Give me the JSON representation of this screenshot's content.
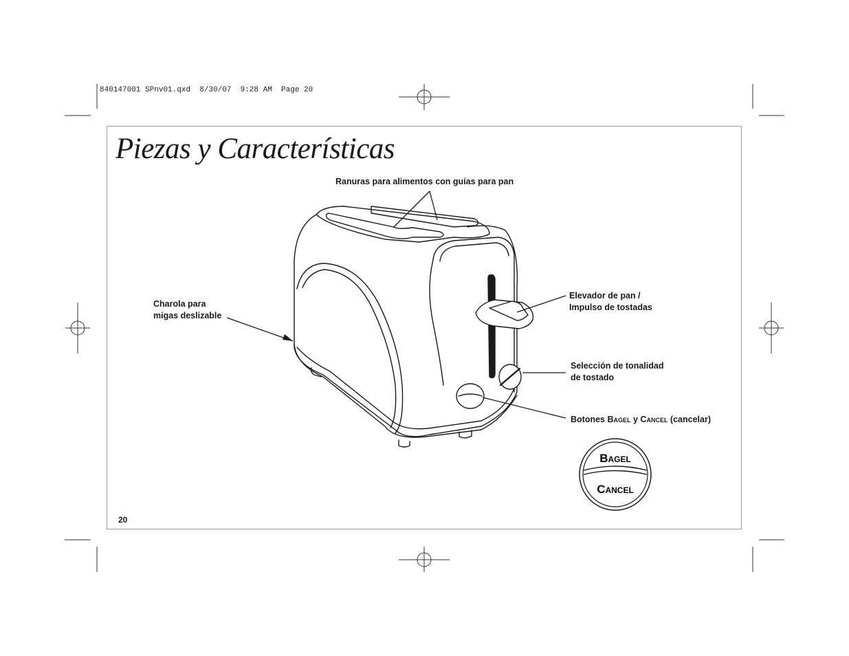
{
  "slug": "840147001 SPnv01.qxd  8/30/07  9:28 AM  Page 20",
  "page": {
    "title": "Piezas y Características",
    "page_number": "20"
  },
  "callouts": {
    "slots": "Ranuras para alimentos con guías para pan",
    "crumb_tray": [
      "Charola para",
      "migas deslizable"
    ],
    "lever": [
      "Elevador de pan /",
      "Impulso de tostadas"
    ],
    "shade": [
      "Selección de tonalidad",
      "de tostado"
    ],
    "buttons": {
      "prefix": "Botones ",
      "bagel": "Bagel",
      "y": " y ",
      "cancel": "Cancel",
      "suffix": " (cancelar)"
    }
  },
  "button_detail": {
    "top": "Bagel",
    "bottom": "Cancel"
  }
}
